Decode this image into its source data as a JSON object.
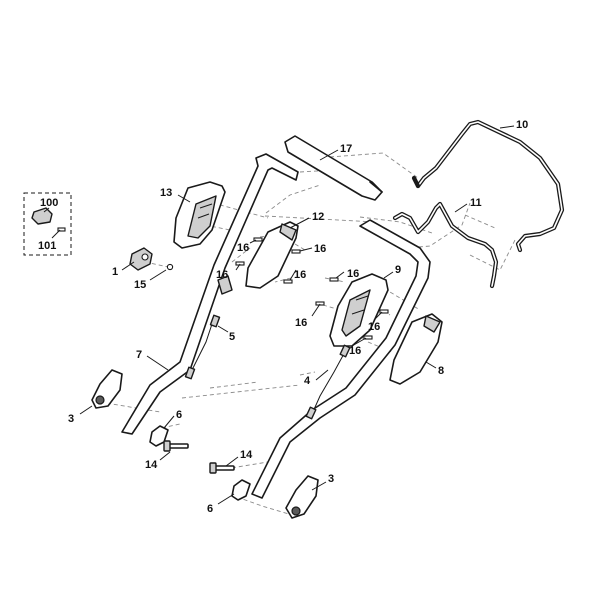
{
  "labels": {
    "p1": "1",
    "p3a": "3",
    "p3b": "3",
    "p4": "4",
    "p5": "5",
    "p6a": "6",
    "p6b": "6",
    "p7": "7",
    "p8": "8",
    "p9": "9",
    "p10": "10",
    "p11": "11",
    "p12": "12",
    "p13": "13",
    "p14a": "14",
    "p14b": "14",
    "p15": "15",
    "p16a": "16",
    "p16b": "16",
    "p16c": "16",
    "p16d": "16",
    "p16e": "16",
    "p16f": "16",
    "p16g": "16",
    "p16h": "16",
    "p17": "17",
    "p100": "100",
    "p101": "101"
  }
}
